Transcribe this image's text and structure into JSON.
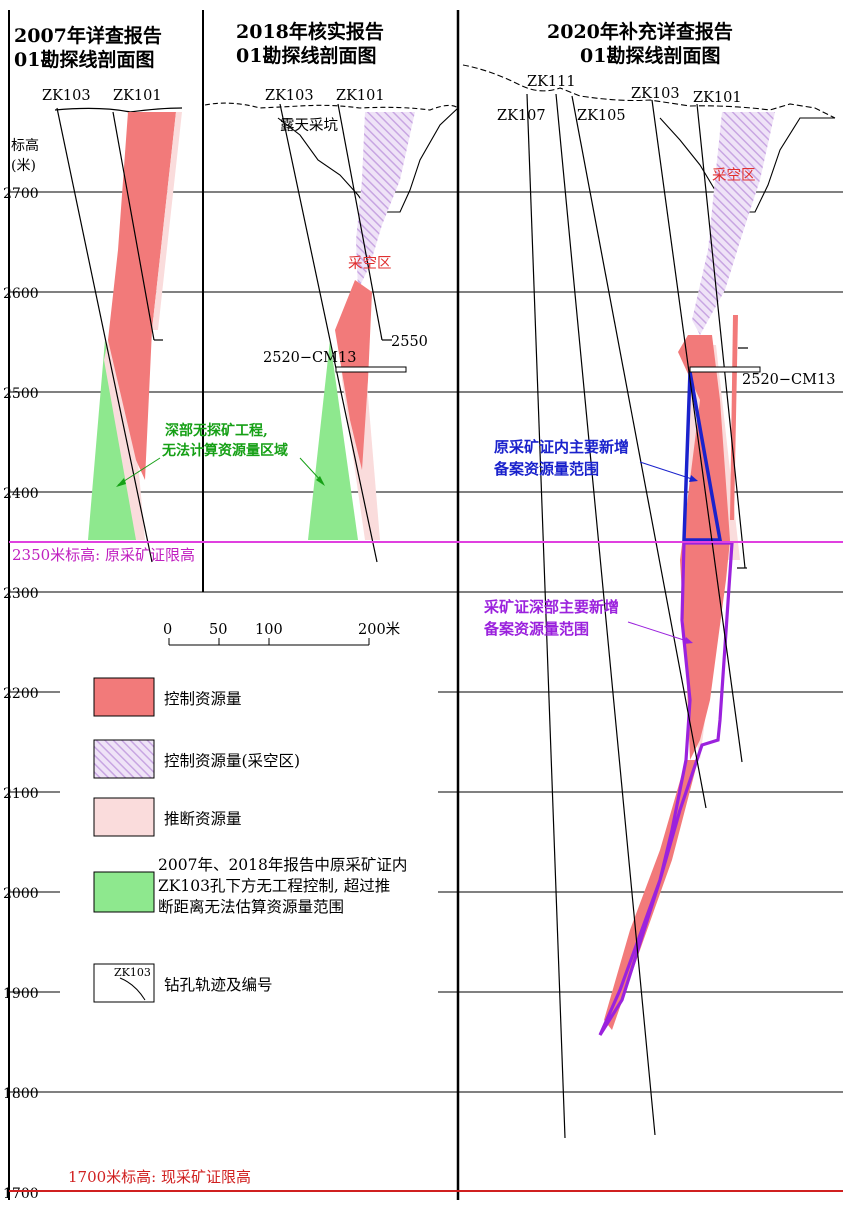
{
  "colors": {
    "controlled": "#f27a7a",
    "inferred": "#fadcdc",
    "mined_hatch": "#c8a6e2",
    "no_work_zone": "#8ee88e",
    "limit_2350": "#e040e0",
    "limit_1700": "#d02020",
    "new_in_license": "#1a22cc",
    "new_deep": "#9b22dd",
    "annot_green": "#16a016",
    "goaf_red": "#e03030"
  },
  "panels": {
    "p2007": {
      "title_line1": "2007年详查报告",
      "title_line2": "01勘探线剖面图"
    },
    "p2018": {
      "title_line1": "2018年核实报告",
      "title_line2": "01勘探线剖面图"
    },
    "p2020": {
      "title_line1": "2020年补充详查报告",
      "title_line2": "01勘探线剖面图"
    }
  },
  "elevation_axis": {
    "label_line1": "标高",
    "label_line2": "(米)",
    "ticks": [
      "2700",
      "2600",
      "2500",
      "2400",
      "2300",
      "2200",
      "2100",
      "2000",
      "1900",
      "1800",
      "1700"
    ]
  },
  "drillholes": {
    "zk103": "ZK103",
    "zk101": "ZK101",
    "zk111": "ZK111",
    "zk107": "ZK107",
    "zk105": "ZK105"
  },
  "labels": {
    "open_pit": "露天采坑",
    "goaf_2018": "采空区",
    "goaf_2020": "采空区",
    "depth_2550": "2550",
    "cm13_2018": "2520−CM13",
    "cm13_2020": "2520−CM13",
    "no_work_line1": "深部无探矿工程,",
    "no_work_line2": "无法计算资源量区域",
    "new_in_license_line1": "原采矿证内主要新增",
    "new_in_license_line2": "备案资源量范围",
    "new_deep_line1": "采矿证深部主要新增",
    "new_deep_line2": "备案资源量范围",
    "limit_2350": "2350米标高:  原采矿证限高",
    "limit_1700": "1700米标高:  现采矿证限高"
  },
  "scale_bar": {
    "ticks": [
      "0",
      "50",
      "100",
      "200米"
    ]
  },
  "legend": {
    "controlled": "控制资源量",
    "controlled_goaf": "控制资源量(采空区)",
    "inferred": "推断资源量",
    "no_work_line1": "2007年、2018年报告中原采矿证内",
    "no_work_line2": "ZK103孔下方无工程控制, 超过推",
    "no_work_line3": "断距离无法估算资源量范围",
    "drill_sample": "ZK103",
    "drill_trace": "钻孔轨迹及编号"
  }
}
